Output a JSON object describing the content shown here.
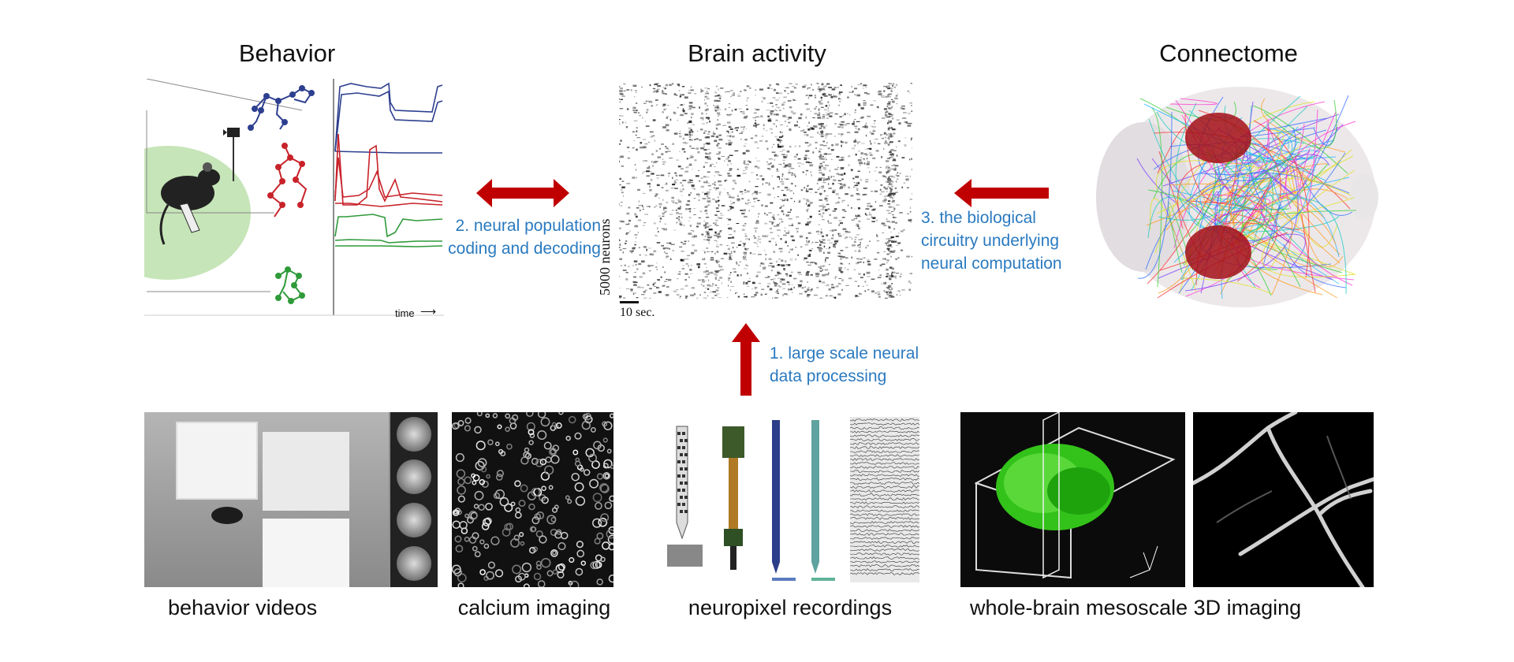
{
  "titles": {
    "behavior": "Behavior",
    "brain_activity": "Brain activity",
    "connectome": "Connectome"
  },
  "arrows": {
    "coding_line1": "2. neural population",
    "coding_line2": "coding and decoding",
    "circuitry_line1": "3. the biological",
    "circuitry_line2": "circuitry underlying",
    "circuitry_line3": "neural computation",
    "processing_line1": "1. large scale neural",
    "processing_line2": "data processing"
  },
  "raster": {
    "ylabel": "5000 neurons",
    "scalebar": "10 sec."
  },
  "behavior_panel": {
    "time_label": "time"
  },
  "captions": {
    "behavior_videos": "behavior videos",
    "calcium": "calcium imaging",
    "neuropixel": "neuropixel recordings",
    "mesoscale": "whole-brain mesoscale 3D imaging"
  },
  "colors": {
    "arrow": "#c00000",
    "annotation": "#2a7ac0",
    "trace_blue": "#2d3f8f",
    "trace_red": "#c8222a",
    "trace_green": "#2f9a3a"
  }
}
